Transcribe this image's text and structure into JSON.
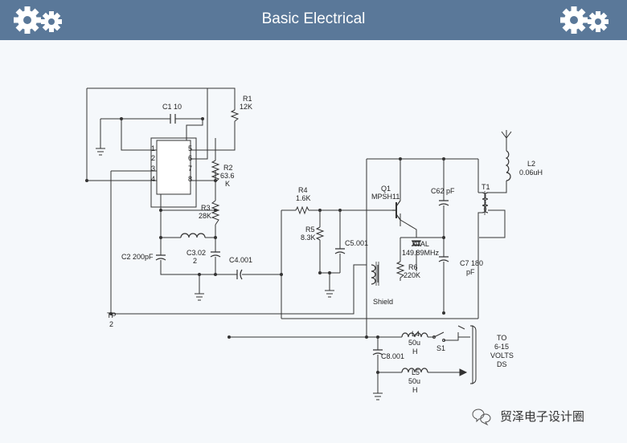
{
  "header": {
    "title": "Basic Electrical"
  },
  "icons": {
    "left": "gears-icon",
    "right": "gears-icon"
  },
  "colors": {
    "header_bg": "#5a7899",
    "canvas_bg": "#f5f8fb",
    "wire": "#333333"
  },
  "labels": {
    "c1": "C1 10",
    "r1_name": "R1",
    "r1_val": "12K",
    "pin1": "1",
    "pin2": "2",
    "pin3": "3",
    "pin4": "4",
    "pin5": "5",
    "pin6": "6",
    "pin7": "7",
    "pin8": "8",
    "r2_name": "R2",
    "r2_val": "63.6",
    "r2_unit": "K",
    "r3_name": "R3",
    "r3_val": "28K",
    "c2": "C2 200pF",
    "c3_name": "C3.02",
    "c3_val": "2",
    "c4": "C4.001",
    "r4_name": "R4",
    "r4_val": "1.6K",
    "r5_name": "R5",
    "r5_val": "8.3K",
    "c5": "C5.001",
    "q1_name": "Q1",
    "q1_part": "MPSH11",
    "c6": "C62 pF",
    "t1": "T1",
    "l2_name": "L2",
    "l2_val": "0.06uH",
    "xtal_name": "XTAL",
    "xtal_val": "149.89MHz",
    "r6_name": "R6",
    "r6_val": "220K",
    "c7_name": "C7 180",
    "c7_unit": "pF",
    "shield": "Shield",
    "tp_name": "TP",
    "tp_val": "2",
    "l4_name": "L4",
    "l4_val": "50u",
    "l4_unit": "H",
    "s1": "S1",
    "c8": "C8.001",
    "l5_name": "L5",
    "l5_val": "50u",
    "l5_unit": "H",
    "to1": "TO",
    "to2": "6-15",
    "to3": "VOLTS",
    "to4": "DS"
  },
  "watermark": {
    "text": "贸泽电子设计圈"
  }
}
